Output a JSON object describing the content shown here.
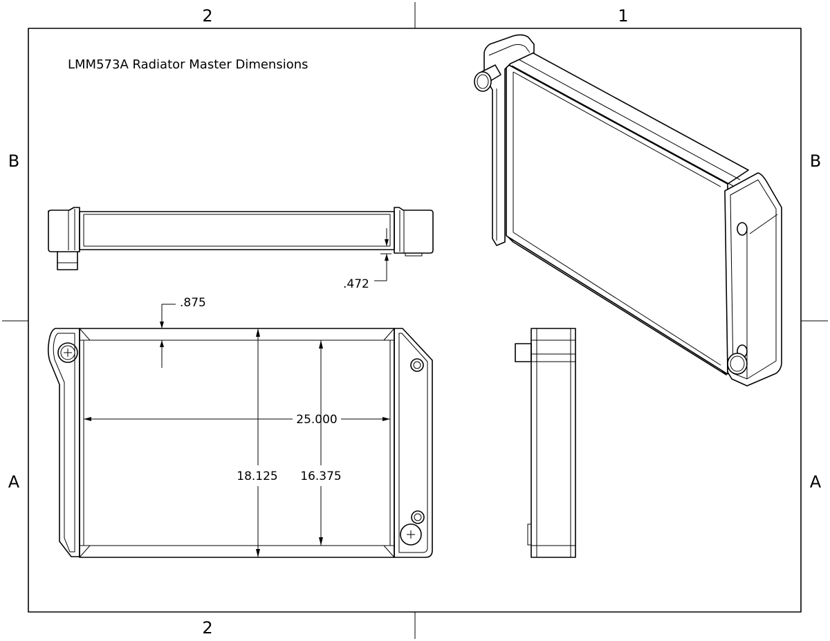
{
  "sheet": {
    "title": "LMM573A Radiator Master Dimensions",
    "zones": {
      "top_left": "2",
      "top_right": "1",
      "bottom_left": "2",
      "left_upper": "B",
      "left_lower": "A",
      "right_upper": "B",
      "right_lower": "A"
    }
  },
  "dimensions": {
    "thickness": ".472",
    "tank_offset": ".875",
    "core_width": "25.000",
    "overall_height": "18.125",
    "core_height": "16.375"
  }
}
